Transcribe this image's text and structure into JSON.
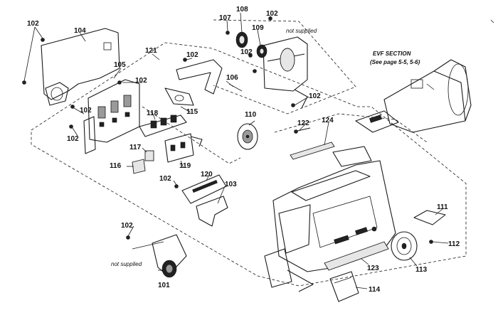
{
  "diagram": {
    "part_numbers": {
      "p101": "101",
      "p102": "102",
      "p103": "103",
      "p104": "104",
      "p105": "105",
      "p106": "106",
      "p107": "107",
      "p108": "108",
      "p109": "109",
      "p110": "110",
      "p111": "111",
      "p112": "112",
      "p113": "113",
      "p114": "114",
      "p115": "115",
      "p116": "116",
      "p117": "117",
      "p118": "118",
      "p119": "119",
      "p120": "120",
      "p121": "121",
      "p122": "122",
      "p123": "123",
      "p124": "124"
    },
    "notes": {
      "not_supplied": "not supplied",
      "evf_section": "EVF SECTION",
      "evf_reference": "(See page 5-5, 5-6)"
    }
  }
}
